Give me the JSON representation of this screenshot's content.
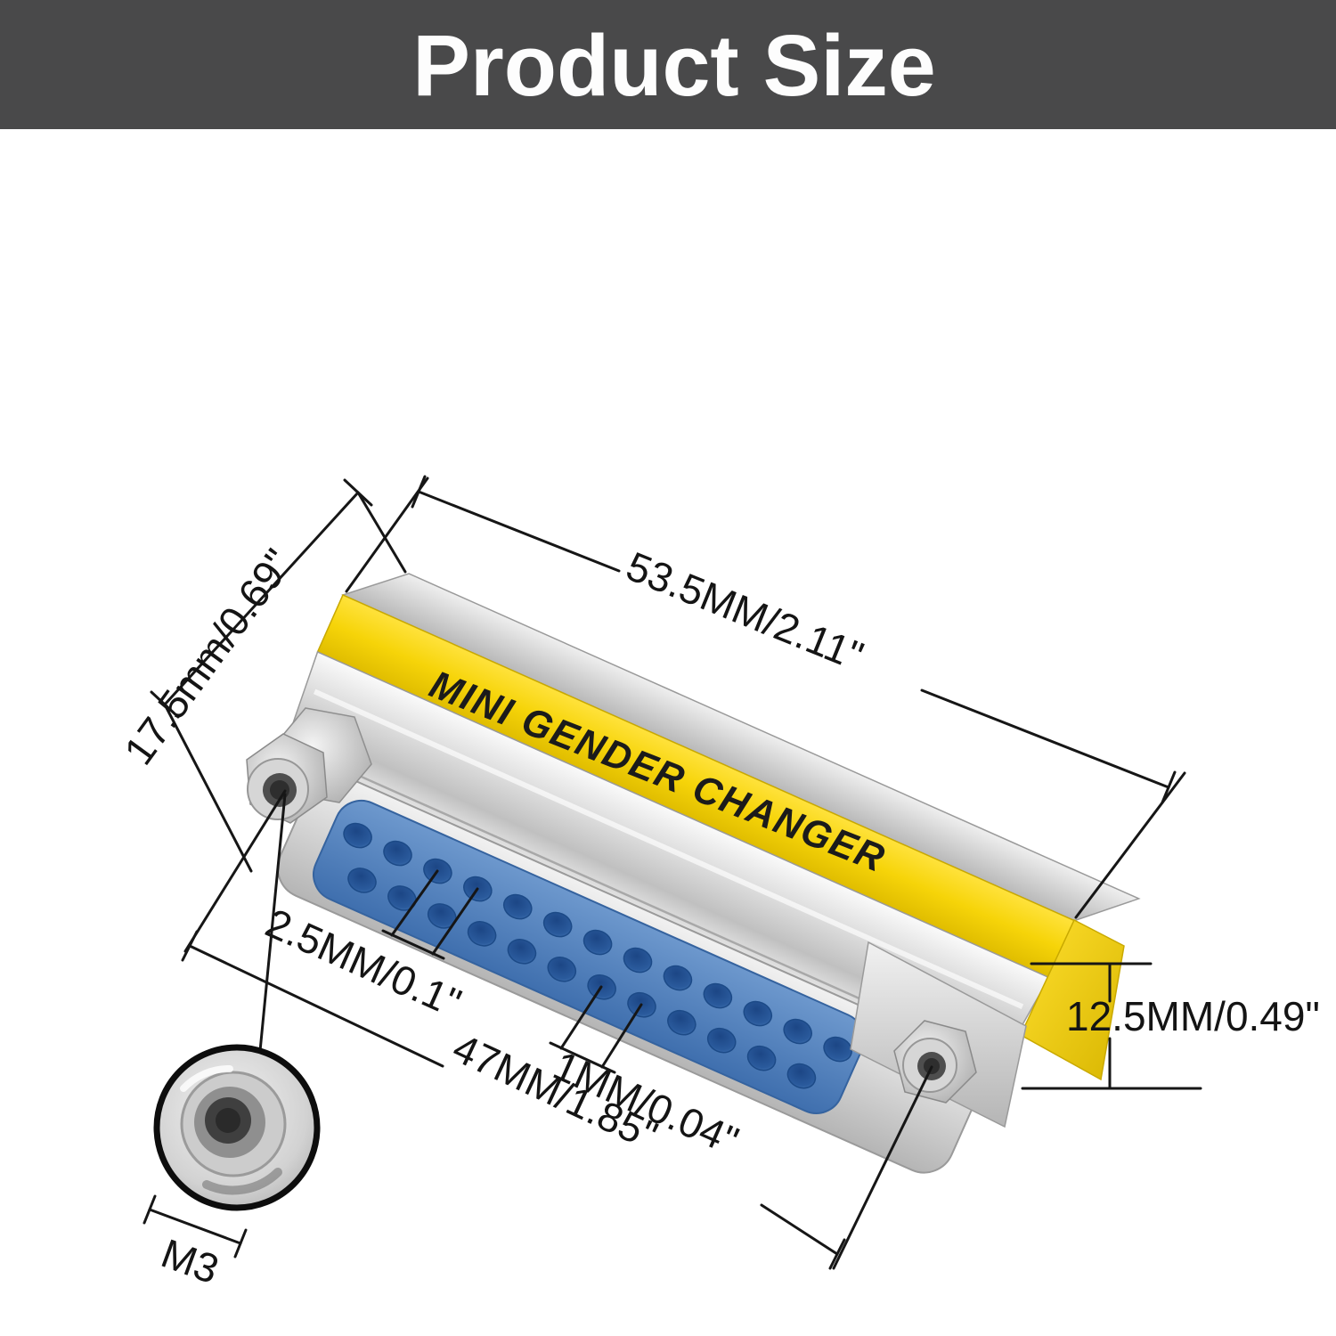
{
  "header": {
    "title": "Product Size",
    "bg_color": "#49494a",
    "text_color": "#fdfdfd"
  },
  "product": {
    "label": "MINI GENDER CHANGER",
    "type": "DB25 mini gender changer adapter",
    "accent_yellow": "#f3cf08",
    "insert_blue": "#4f80c0",
    "body_silver": "#d9d9d9",
    "pin_holes_top_row": 13,
    "pin_holes_bottom_row": 12
  },
  "dimensions": {
    "height": "17.5mm/0.69\"",
    "length": "53.5MM/2.11\"",
    "pin_pitch": "2.5MM/0.1\"",
    "hole_diameter": "1MM/0.04\"",
    "screw_spacing": "47MM/1.85\"",
    "width": "12.5MM/0.49\"",
    "screw_thread": "M3"
  }
}
